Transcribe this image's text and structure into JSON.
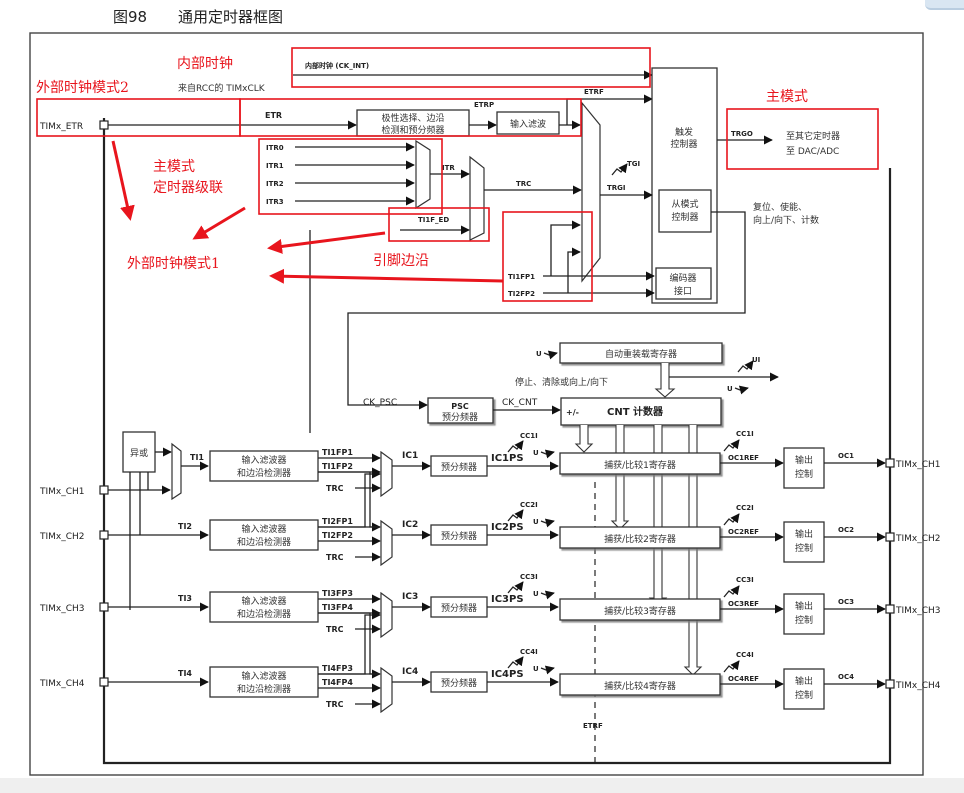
{
  "figure": {
    "number": "图98",
    "title": "通用定时器框图"
  },
  "annotations": {
    "internal_clock": "内部时钟",
    "external_clock_mode2": "外部时钟模式2",
    "master_mode_top": "主模式",
    "master_mode_cascade_line1": "主模式",
    "master_mode_cascade_line2": "定时器级联",
    "external_clock_mode1": "外部时钟模式1",
    "pin_edge": "引脚边沿",
    "color": "#e8151d"
  },
  "signals": {
    "ck_int": "内部时钟 (CK_INT)",
    "from_rcc": "来自RCC的 TIMxCLK",
    "etr": "ETR",
    "etrp": "ETRP",
    "etrf_top": "ETRF",
    "etrf_bottom": "ETRF",
    "itr": [
      "ITR0",
      "ITR1",
      "ITR2",
      "ITR3"
    ],
    "itr_out": "ITR",
    "ti1f_ed": "TI1F_ED",
    "trc": "TRC",
    "tgi": "TGI",
    "trgi": "TRGI",
    "trgo": "TRGO",
    "ti1fp1": "TI1FP1",
    "ti2fp2": "TI2FP2",
    "ck_psc": "CK_PSC",
    "ck_cnt": "CK_CNT",
    "u": "U",
    "ui": "UI",
    "plus_minus": "+/-"
  },
  "blocks": {
    "polarity": [
      "极性选择、边沿",
      "检测和预分频器"
    ],
    "input_filter": "输入滤波",
    "trigger_controller": [
      "触发",
      "控制器"
    ],
    "slave_controller": [
      "从模式",
      "控制器"
    ],
    "encoder": [
      "编码器",
      "接口"
    ],
    "trgo_dest": [
      "至其它定时器",
      "至 DAC/ADC"
    ],
    "slave_outputs": [
      "复位、使能、",
      "向上/向下、计数"
    ],
    "auto_reload": "自动重装载寄存器",
    "stop_clear": "停止、清除或向上/向下",
    "psc": [
      "PSC",
      "预分频器"
    ],
    "cnt": "CNT 计数器",
    "xor": "异或"
  },
  "channels": [
    {
      "pin": "TIMx_CH1",
      "ti": "TI1",
      "filter": [
        "输入滤波器",
        "和边沿检测器"
      ],
      "fp_a": "TI1FP1",
      "fp_b": "TI1FP2",
      "trc": "TRC",
      "ic": "IC1",
      "prescaler": "预分频器",
      "icps": "IC1PS",
      "cci": "CC1I",
      "register": "捕获/比较1寄存器",
      "ocref": "OC1REF",
      "output_ctrl": [
        "输出",
        "控制"
      ],
      "oc": "OC1",
      "out_pin": "TIMx_CH1"
    },
    {
      "pin": "TIMx_CH2",
      "ti": "TI2",
      "filter": [
        "输入滤波器",
        "和边沿检测器"
      ],
      "fp_a": "TI2FP1",
      "fp_b": "TI2FP2",
      "trc": "TRC",
      "ic": "IC2",
      "prescaler": "预分频器",
      "icps": "IC2PS",
      "cci": "CC2I",
      "register": "捕获/比较2寄存器",
      "ocref": "OC2REF",
      "output_ctrl": [
        "输出",
        "控制"
      ],
      "oc": "OC2",
      "out_pin": "TIMx_CH2"
    },
    {
      "pin": "TIMx_CH3",
      "ti": "TI3",
      "filter": [
        "输入滤波器",
        "和边沿检测器"
      ],
      "fp_a": "TI3FP3",
      "fp_b": "TI3FP4",
      "trc": "TRC",
      "ic": "IC3",
      "prescaler": "预分频器",
      "icps": "IC3PS",
      "cci": "CC3I",
      "register": "捕获/比较3寄存器",
      "ocref": "OC3REF",
      "output_ctrl": [
        "输出",
        "控制"
      ],
      "oc": "OC3",
      "out_pin": "TIMx_CH3"
    },
    {
      "pin": "TIMx_CH4",
      "ti": "TI4",
      "filter": [
        "输入滤波器",
        "和边沿检测器"
      ],
      "fp_a": "TI4FP3",
      "fp_b": "TI4FP4",
      "trc": "TRC",
      "ic": "IC4",
      "prescaler": "预分频器",
      "icps": "IC4PS",
      "cci": "CC4I",
      "register": "捕获/比较4寄存器",
      "ocref": "OC4REF",
      "output_ctrl": [
        "输出",
        "控制"
      ],
      "oc": "OC4",
      "out_pin": "TIMx_CH4"
    }
  ],
  "etr_pin": "TIMx_ETR"
}
